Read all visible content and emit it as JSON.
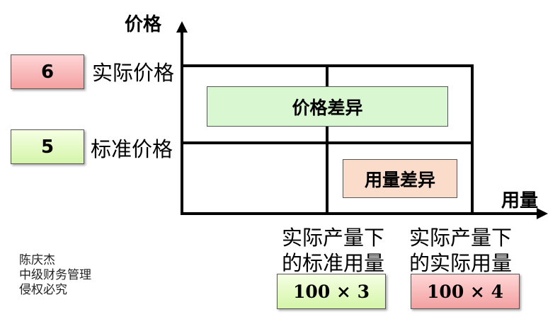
{
  "axis": {
    "y_label": "价格",
    "x_label": "用量"
  },
  "prices": {
    "actual_value": "6",
    "actual_label": "实际价格",
    "standard_value": "5",
    "standard_label": "标准价格"
  },
  "regions": {
    "price_variance": "价格差异",
    "quantity_variance": "用量差异"
  },
  "quantities": {
    "standard_label_1": "实际产量下",
    "standard_label_2": "的标准用量",
    "standard_value": "100 × 3",
    "actual_label_1": "实际产量下",
    "actual_label_2": "的实际用量",
    "actual_value": "100 × 4"
  },
  "credits": [
    "陈庆杰",
    "中级财务管理",
    "侵权必究"
  ],
  "colors": {
    "red": "#f3a0a0",
    "green": "#d4f5a8",
    "region_green": "#d9f7d0",
    "region_peach": "#fbdccb"
  }
}
